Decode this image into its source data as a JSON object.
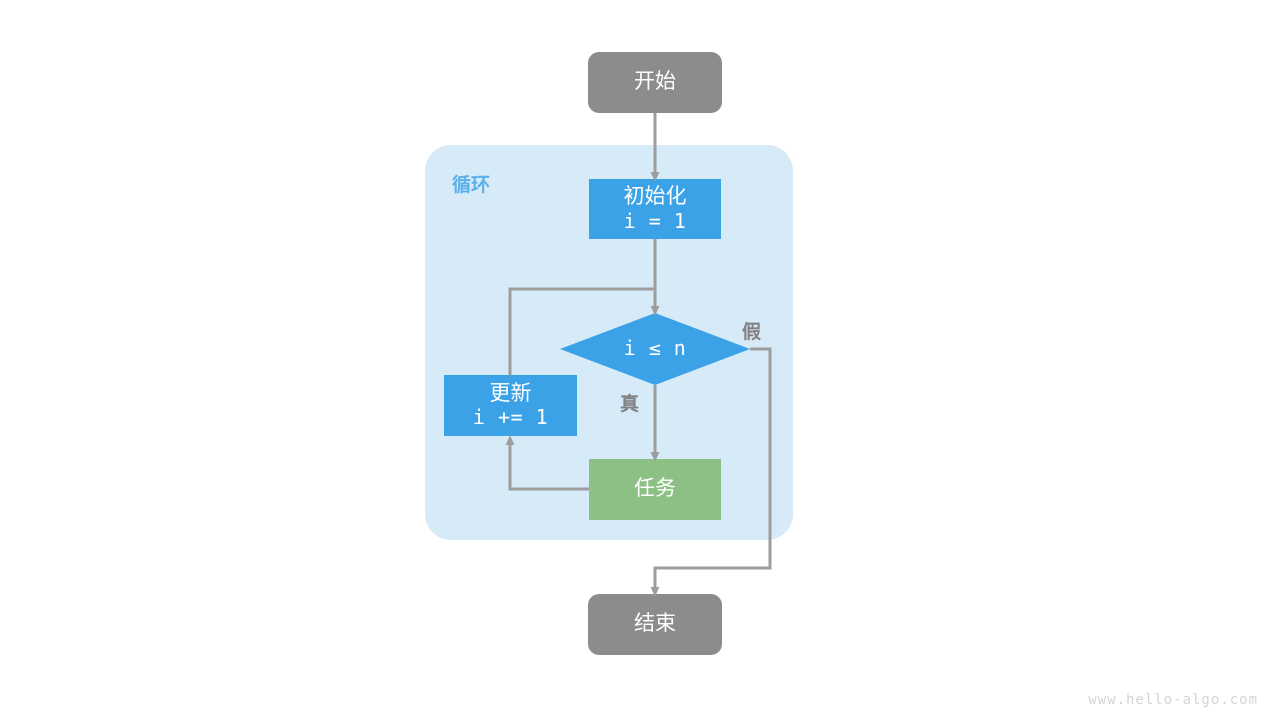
{
  "diagram": {
    "title_watermark": "www.hello-algo.com",
    "group": {
      "label": "循环",
      "fill": "#d6eaf8"
    },
    "colors": {
      "terminal": "#8c8c8c",
      "process": "#3ba2e8",
      "decision": "#3ba2e8",
      "task": "#8cc084",
      "edge": "#9d9d9d",
      "group_label": "#5ab0ea",
      "edge_label": "#808080",
      "node_text": "#ffffff",
      "watermark": "#d4d4d4"
    },
    "nodes": {
      "start": {
        "label": "开始",
        "shape": "rounded-rect"
      },
      "init": {
        "label_cn": "初始化",
        "label_code": "i = 1",
        "shape": "rect"
      },
      "condition": {
        "label_code": "i ≤ n",
        "shape": "diamond"
      },
      "update": {
        "label_cn": "更新",
        "label_code": "i += 1",
        "shape": "rect"
      },
      "task": {
        "label": "任务",
        "shape": "rect"
      },
      "end": {
        "label": "结束",
        "shape": "rounded-rect"
      }
    },
    "edge_labels": {
      "true": "真",
      "false": "假"
    }
  }
}
